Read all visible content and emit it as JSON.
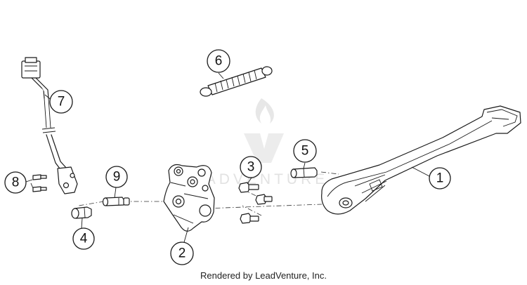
{
  "callouts": [
    {
      "id": "1",
      "label": "1"
    },
    {
      "id": "2",
      "label": "2"
    },
    {
      "id": "3",
      "label": "3"
    },
    {
      "id": "4",
      "label": "4"
    },
    {
      "id": "5",
      "label": "5"
    },
    {
      "id": "6",
      "label": "6"
    },
    {
      "id": "7",
      "label": "7"
    },
    {
      "id": "8",
      "label": "8"
    },
    {
      "id": "9",
      "label": "9"
    }
  ],
  "watermark": {
    "text": "ADVENTURE"
  },
  "credit": "Rendered by LeadVenture, Inc."
}
